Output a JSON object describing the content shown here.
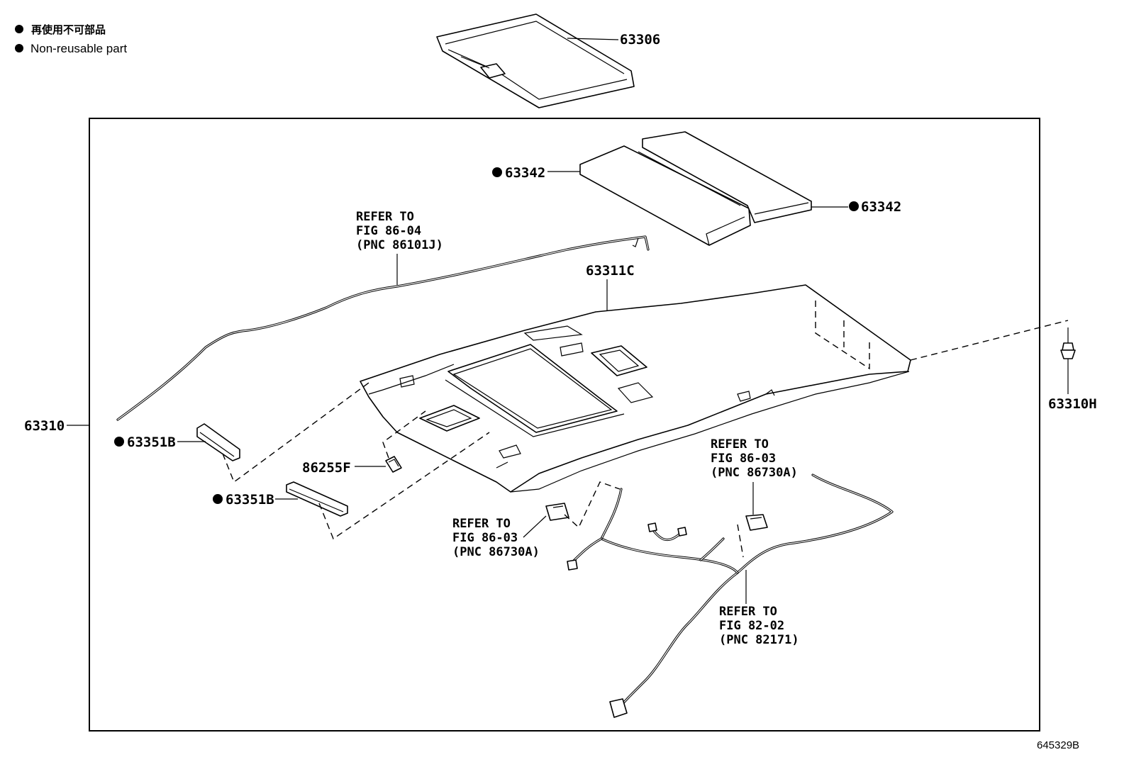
{
  "legend": {
    "japanese": "再使用不可部品",
    "english": "Non-reusable part"
  },
  "figure_id": "645329B",
  "parts": {
    "p63306": "63306",
    "p63342_left": "63342",
    "p63342_right": "63342",
    "p63311c": "63311C",
    "p63310": "63310",
    "p63310h": "63310H",
    "p63351b_upper": "63351B",
    "p63351b_lower": "63351B",
    "p86255f": "86255F"
  },
  "references": {
    "ref_86101j": [
      "REFER TO",
      "FIG 86-04",
      "(PNC 86101J)"
    ],
    "ref_86730a_right": [
      "REFER TO",
      "FIG 86-03",
      "(PNC 86730A)"
    ],
    "ref_86730a_left": [
      "REFER TO",
      "FIG 86-03",
      "(PNC 86730A)"
    ],
    "ref_82171": [
      "REFER TO",
      "FIG 82-02",
      "(PNC 82171)"
    ]
  },
  "icons": {
    "non_reusable_marker": "filled-circle"
  }
}
